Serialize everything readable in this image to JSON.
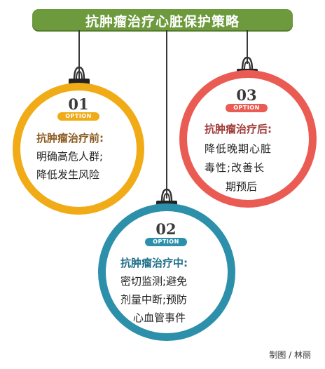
{
  "title": "抗肿瘤治疗心脏保护策略",
  "colors": {
    "banner": "#6d9a3c",
    "option_1": "#f0ab16",
    "option_2": "#2d90ab",
    "option_3": "#ea5c53",
    "head_1": "#8b5a1f",
    "head_2": "#1f6f89",
    "head_3": "#9e3a37"
  },
  "options": [
    {
      "number": "01",
      "badge": "OPTION",
      "heading": "抗肿瘤治疗前:",
      "lines": [
        "明确高危人群;",
        "降低发生风险"
      ]
    },
    {
      "number": "02",
      "badge": "OPTION",
      "heading": "抗肿瘤治疗中:",
      "lines": [
        "密切监测;避免",
        "剂量中断;预防",
        "心血管事件"
      ]
    },
    {
      "number": "03",
      "badge": "OPTION",
      "heading": "抗肿瘤治疗后:",
      "lines": [
        "降低晚期心脏",
        "毒性;改善长",
        "期预后"
      ]
    }
  ],
  "credit": "制图 / 林丽"
}
